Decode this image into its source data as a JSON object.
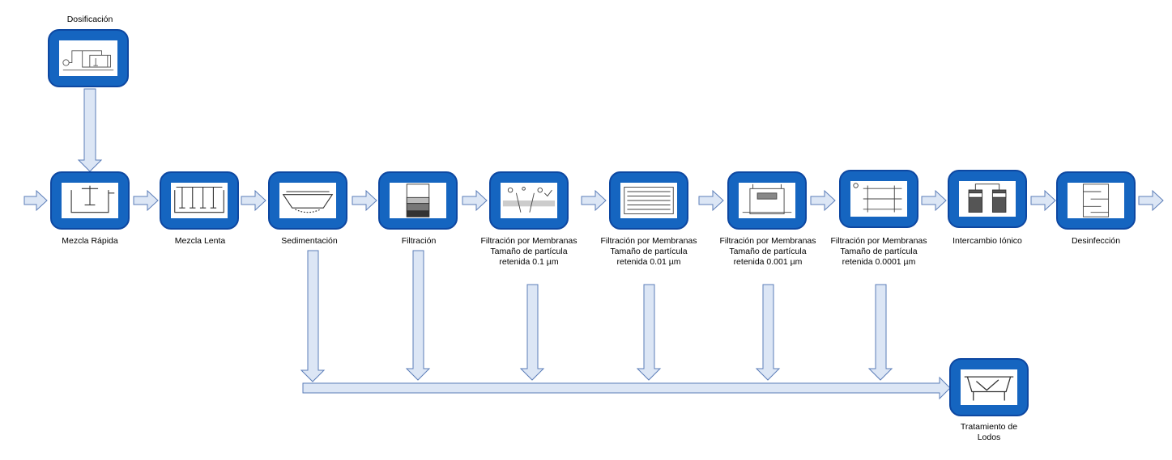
{
  "top": {
    "label": "Dosificación"
  },
  "stages": [
    {
      "label": "Mezcla Rápida",
      "icon": "rapid-mix-tank-icon"
    },
    {
      "label": "Mezcla Lenta",
      "icon": "slow-mix-tank-icon"
    },
    {
      "label": "Sedimentación",
      "icon": "sedimentation-tank-icon"
    },
    {
      "label": "Filtración",
      "icon": "sand-filter-icon"
    },
    {
      "lines": [
        "Filtración por Membranas",
        "Tamaño de partícula",
        "retenida 0.1 µm"
      ],
      "icon": "membrane-filter-icon"
    },
    {
      "lines": [
        "Filtración por Membranas",
        "Tamaño de partícula",
        "retenida 0.01 µm"
      ],
      "icon": "ultrafiltration-module-icon"
    },
    {
      "lines": [
        "Filtración por Membranas",
        "Tamaño de partícula",
        "retenida 0.001 µm"
      ],
      "icon": "nanofiltration-cell-icon"
    },
    {
      "lines": [
        "Filtración por Membranas",
        "Tamaño de partícula",
        "retenida 0.0001 µm"
      ],
      "icon": "reverse-osmosis-icon"
    },
    {
      "label": "Intercambio Iónico",
      "icon": "ion-exchange-columns-icon"
    },
    {
      "label": "Desinfección",
      "icon": "disinfection-contact-tank-icon"
    }
  ],
  "sludge": {
    "lines": [
      "Tratamiento de",
      "Lodos"
    ],
    "icon": "sludge-treatment-icon"
  },
  "colors": {
    "box_fill": "#1565C0",
    "box_border": "#0D47A1",
    "arrow_fill": "#DCE6F5",
    "arrow_stroke": "#5B7DB8"
  }
}
